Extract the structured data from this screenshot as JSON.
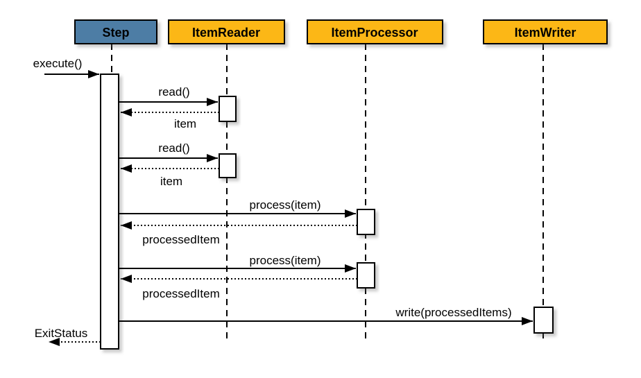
{
  "diagram": {
    "type": "uml-sequence-diagram"
  },
  "colors": {
    "background": "#ffffff",
    "step_header_fill": "#4e7da5",
    "component_header_fill": "#fcb713",
    "line": "#000000",
    "activation_fill": "#ffffff",
    "text": "#000000"
  },
  "lifelines": [
    {
      "name": "Step",
      "role": "step"
    },
    {
      "name": "ItemReader",
      "role": "component"
    },
    {
      "name": "ItemProcessor",
      "role": "component"
    },
    {
      "name": "ItemWriter",
      "role": "component"
    }
  ],
  "messages": [
    {
      "label": "execute()",
      "from": "caller",
      "to": "Step",
      "kind": "sync-call"
    },
    {
      "label": "read()",
      "from": "Step",
      "to": "ItemReader",
      "kind": "sync-call"
    },
    {
      "label": "item",
      "from": "ItemReader",
      "to": "Step",
      "kind": "return"
    },
    {
      "label": "read()",
      "from": "Step",
      "to": "ItemReader",
      "kind": "sync-call"
    },
    {
      "label": "item",
      "from": "ItemReader",
      "to": "Step",
      "kind": "return"
    },
    {
      "label": "process(item)",
      "from": "Step",
      "to": "ItemProcessor",
      "kind": "sync-call"
    },
    {
      "label": "processedItem",
      "from": "ItemProcessor",
      "to": "Step",
      "kind": "return"
    },
    {
      "label": "process(item)",
      "from": "Step",
      "to": "ItemProcessor",
      "kind": "sync-call"
    },
    {
      "label": "processedItem",
      "from": "ItemProcessor",
      "to": "Step",
      "kind": "return"
    },
    {
      "label": "write(processedItems)",
      "from": "Step",
      "to": "ItemWriter",
      "kind": "sync-call"
    },
    {
      "label": "ExitStatus",
      "from": "Step",
      "to": "caller",
      "kind": "return"
    }
  ]
}
